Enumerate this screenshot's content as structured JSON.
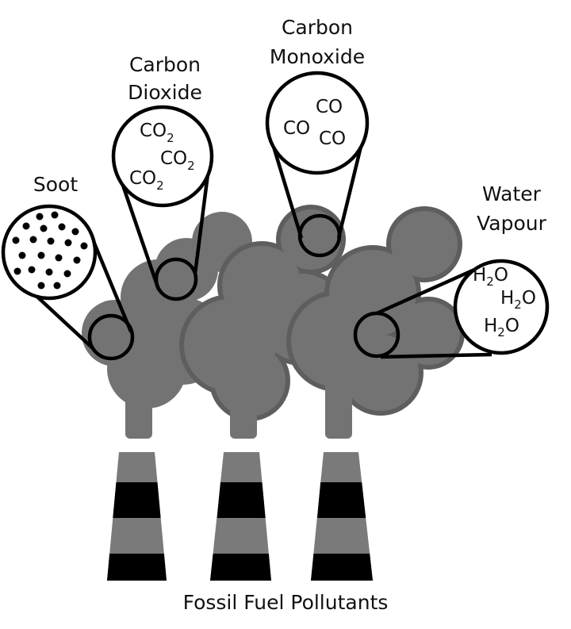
{
  "title": "Fossil Fuel Pollutants",
  "colors": {
    "smoke": "#737373",
    "smoke_edge": "#5e5e5e",
    "band": "#000000",
    "chimney": "#7a7a7a"
  },
  "pollutants": {
    "soot": {
      "label": "Soot"
    },
    "co2": {
      "label_line1": "Carbon",
      "label_line2": "Dioxide",
      "formula": "CO",
      "subscript": "2"
    },
    "co": {
      "label_line1": "Carbon",
      "label_line2": "Monoxide",
      "formula": "CO"
    },
    "h2o": {
      "label_line1": "Water",
      "label_line2": "Vapour",
      "formula_a": "H",
      "subscript": "2",
      "formula_b": "O"
    }
  }
}
